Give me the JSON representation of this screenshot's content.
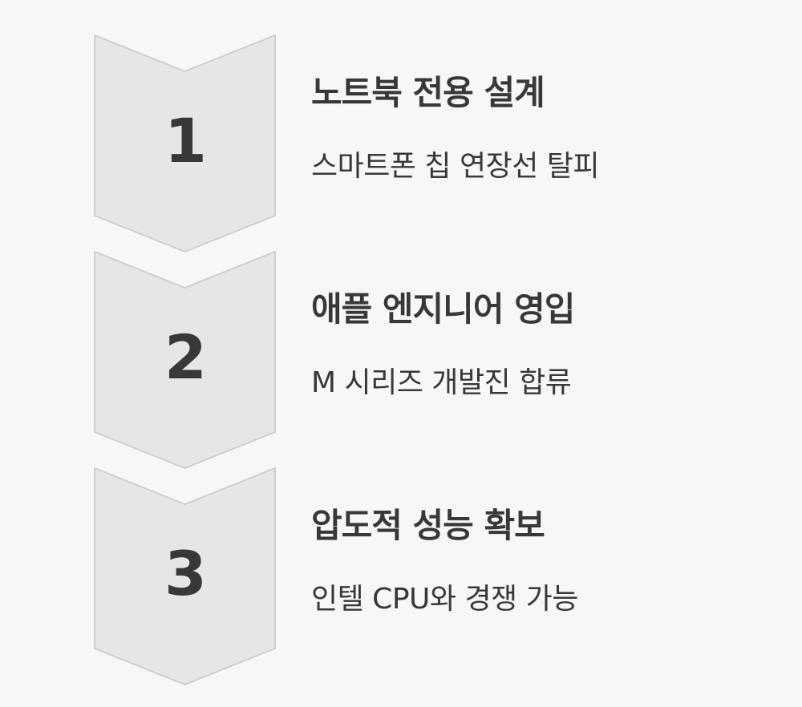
{
  "colors": {
    "background": "#f7f7f7",
    "chevron_fill": "#e6e6e6",
    "chevron_stroke": "#cfcfcf",
    "text": "#383838"
  },
  "steps": [
    {
      "number": "1",
      "title": "노트북 전용 설계",
      "description": "스마트폰 칩 연장선 탈피"
    },
    {
      "number": "2",
      "title": "애플 엔지니어 영입",
      "description": "M 시리즈 개발진 합류"
    },
    {
      "number": "3",
      "title": "압도적 성능 확보",
      "description": "인텔 CPU와 경쟁 가능"
    }
  ]
}
